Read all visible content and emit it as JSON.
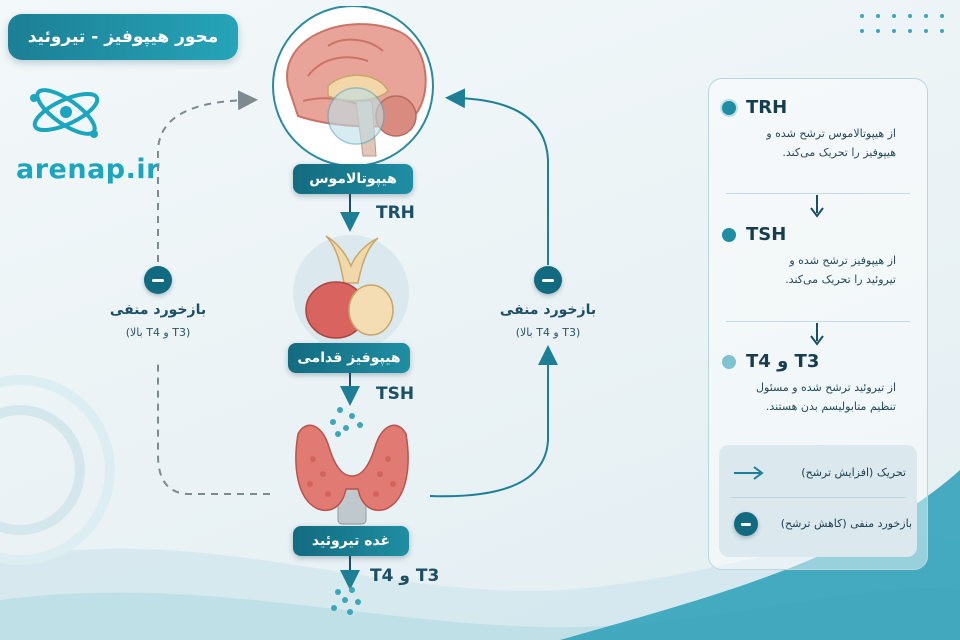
{
  "title": "محور هیپوفیز - تیروئید",
  "logo": {
    "text": "arenap.ir",
    "icon": "atom-logo-icon"
  },
  "organs": {
    "hypothalamus": {
      "label": "هیپوتالاموس"
    },
    "pituitary": {
      "label": "هیپوفیز قدامی"
    },
    "thyroid": {
      "label": "غده تیروئید"
    }
  },
  "hormones": {
    "trh": "TRH",
    "tsh": "TSH",
    "t3t4": "T3 و T4"
  },
  "feedback": {
    "left": {
      "title": "بازخورد منفی",
      "sub": "(T3 و T4 بالا)"
    },
    "right": {
      "title": "بازخورد منفی",
      "sub": "(T3 و T4 بالا)"
    }
  },
  "panel": {
    "items": [
      {
        "title": "TRH",
        "desc_line1": "از هیپوتالاموس ترشح شده و",
        "desc_line2": "هیپوفیز را تحریک می‌کند."
      },
      {
        "title": "TSH",
        "desc_line1": "از هیپوفیز ترشح شده و",
        "desc_line2": "تیروئید را تحریک می‌کند."
      },
      {
        "title": "T3 و T4",
        "desc_line1": "از تیروئید ترشح شده و مسئول",
        "desc_line2": "تنظیم متابولیسم بدن هستند."
      }
    ],
    "legend": {
      "stimulation": "تحریک (افزایش ترشح)",
      "inhibition": "بازخورد منفی (کاهش ترشح)"
    }
  },
  "colors": {
    "primary": "#1f8ea3",
    "dark": "#136b80",
    "gland_red": "#d9635f",
    "background": "#eef5f8"
  }
}
